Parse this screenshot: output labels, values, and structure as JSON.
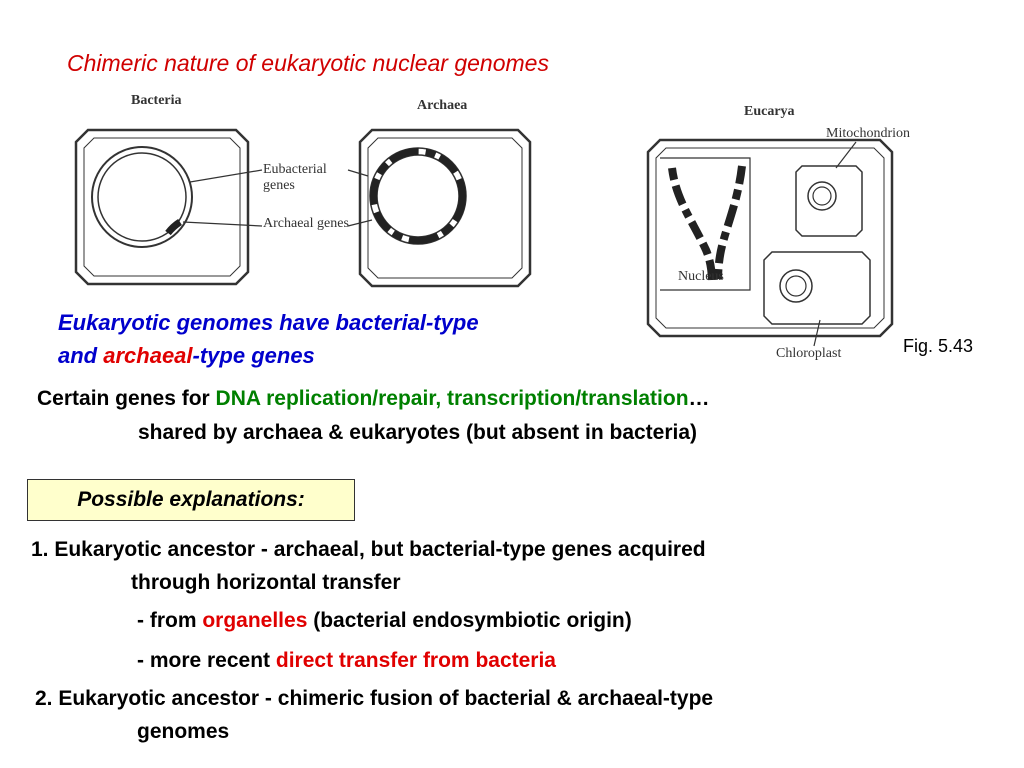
{
  "title": "Chimeric nature of eukaryotic nuclear genomes",
  "figure": {
    "bacteria_label": "Bacteria",
    "archaea_label": "Archaea",
    "eucarya_label": "Eucarya",
    "eubacterial_label": "Eubacterial genes",
    "archaeal_genes_label": "Archaeal genes",
    "mitochondrion_label": "Mitochondrion",
    "nucleus_label": "Nucleus",
    "chloroplast_label": "Chloroplast"
  },
  "subtitle": {
    "line1": "Eukaryotic genomes have bacterial-type",
    "line2_start": "and ",
    "line2_highlight": "archaeal",
    "line2_end": "-type genes"
  },
  "fig_ref": "Fig. 5.43",
  "certain_genes": {
    "prefix": "Certain genes for ",
    "highlight": "DNA replication/repair, transcription/translation",
    "suffix": "…",
    "line2": "shared by archaea & eukaryotes (but absent in bacteria)"
  },
  "box_label": "Possible explanations:",
  "explanation1": {
    "line1": "1. Eukaryotic ancestor - archaeal, but bacterial-type genes acquired",
    "line2": "through horizontal transfer",
    "sub1_prefix": "- from ",
    "sub1_highlight": "organelles",
    "sub1_suffix": " (bacterial endosymbiotic origin)",
    "sub2_prefix": "- more recent ",
    "sub2_highlight": "direct transfer from bacteria"
  },
  "explanation2": {
    "line1": "2. Eukaryotic ancestor - chimeric fusion of bacterial & archaeal-type",
    "line2": "genomes"
  }
}
